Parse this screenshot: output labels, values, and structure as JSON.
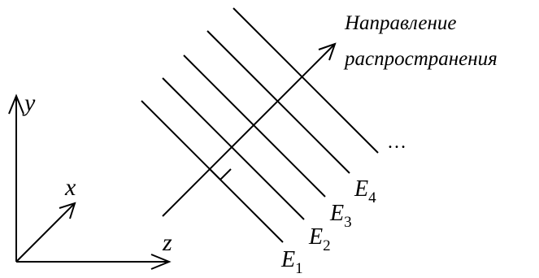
{
  "axes": {
    "y_label": "y",
    "x_label": "x",
    "z_label": "z"
  },
  "wavefronts": [
    {
      "letter": "E",
      "index": "1"
    },
    {
      "letter": "E",
      "index": "2"
    },
    {
      "letter": "E",
      "index": "3"
    },
    {
      "letter": "E",
      "index": "4"
    }
  ],
  "ellipsis": "…",
  "direction": {
    "line1": "Направление",
    "line2": "распространения"
  },
  "colors": {
    "ink": "#000000",
    "background": "#ffffff"
  }
}
